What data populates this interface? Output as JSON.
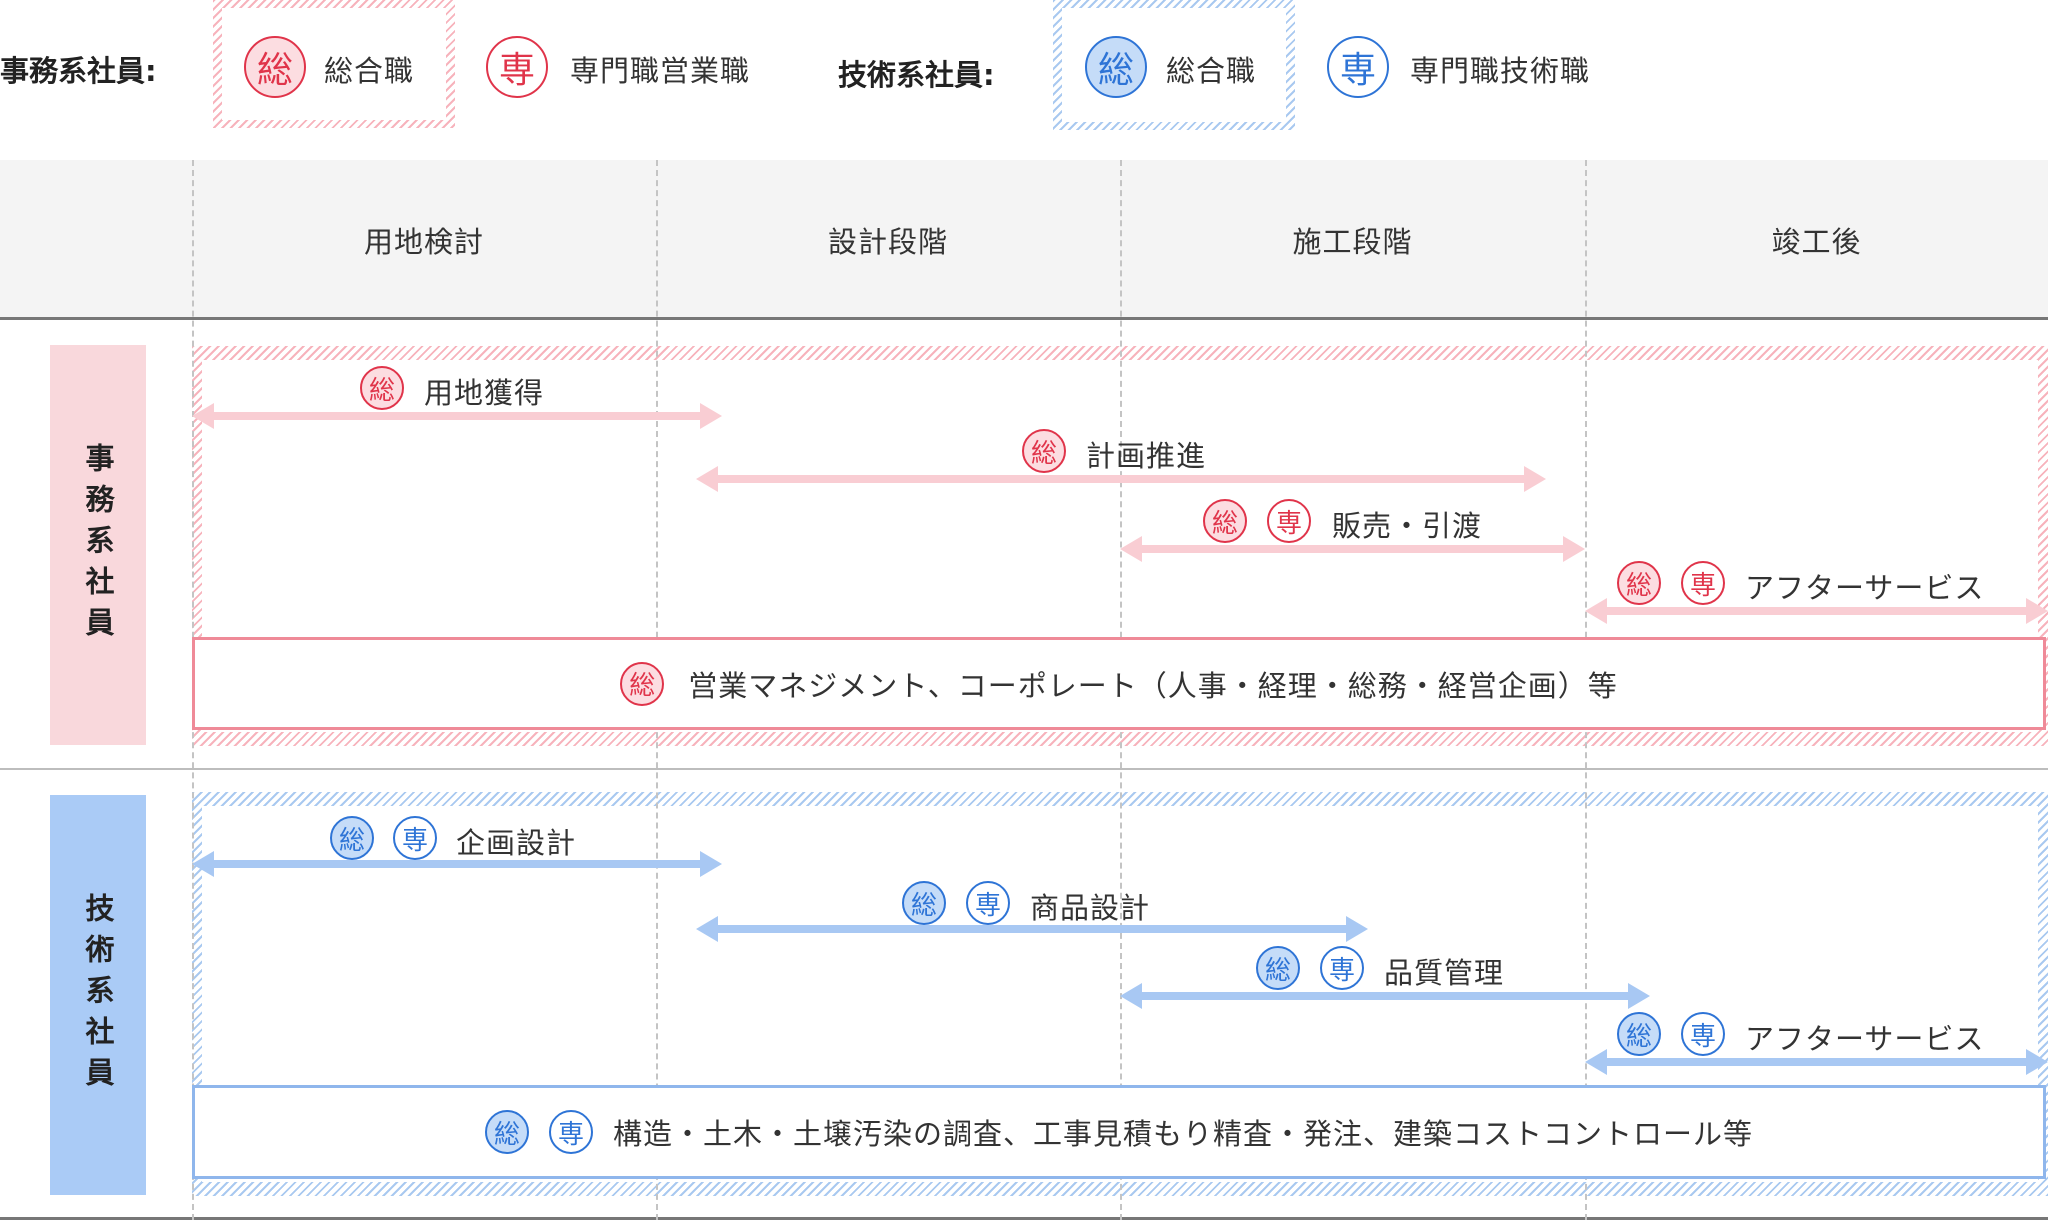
{
  "legend": {
    "office_title": "事務系社員:",
    "office_general_badge": "総",
    "office_general_label": "総合職",
    "office_special_badge": "専",
    "office_special_label": "専門職営業職",
    "tech_title": "技術系社員:",
    "tech_general_badge": "総",
    "tech_general_label": "総合職",
    "tech_special_badge": "専",
    "tech_special_label": "専門職技術職"
  },
  "phases": [
    "用地検討",
    "設計段階",
    "施工段階",
    "竣工後"
  ],
  "office": {
    "side_label": "事務系社員",
    "tasks": [
      {
        "label": "用地獲得",
        "badges": [
          "総"
        ]
      },
      {
        "label": "計画推進",
        "badges": [
          "総"
        ]
      },
      {
        "label": "販売・引渡",
        "badges": [
          "総",
          "専"
        ]
      },
      {
        "label": "アフターサービス",
        "badges": [
          "総",
          "専"
        ]
      }
    ],
    "summary": {
      "label": "営業マネジメント、コーポレート（人事・経理・総務・経営企画）等",
      "badges": [
        "総"
      ]
    }
  },
  "tech": {
    "side_label": "技術系社員",
    "tasks": [
      {
        "label": "企画設計",
        "badges": [
          "総",
          "専"
        ]
      },
      {
        "label": "商品設計",
        "badges": [
          "総",
          "専"
        ]
      },
      {
        "label": "品質管理",
        "badges": [
          "総",
          "専"
        ]
      },
      {
        "label": "アフターサービス",
        "badges": [
          "総",
          "専"
        ]
      }
    ],
    "summary": {
      "label": "構造・土木・土壌汚染の調査、工事見積もり精査・発注、建築コストコントロール等",
      "badges": [
        "総",
        "専"
      ]
    }
  },
  "colors": {
    "red": "#e0344a",
    "red_light": "#fcdde1",
    "blue": "#2e74d6",
    "blue_light": "#c5dcf8",
    "office_bar": "#f9cdd3",
    "tech_bar": "#a8c8f3"
  }
}
